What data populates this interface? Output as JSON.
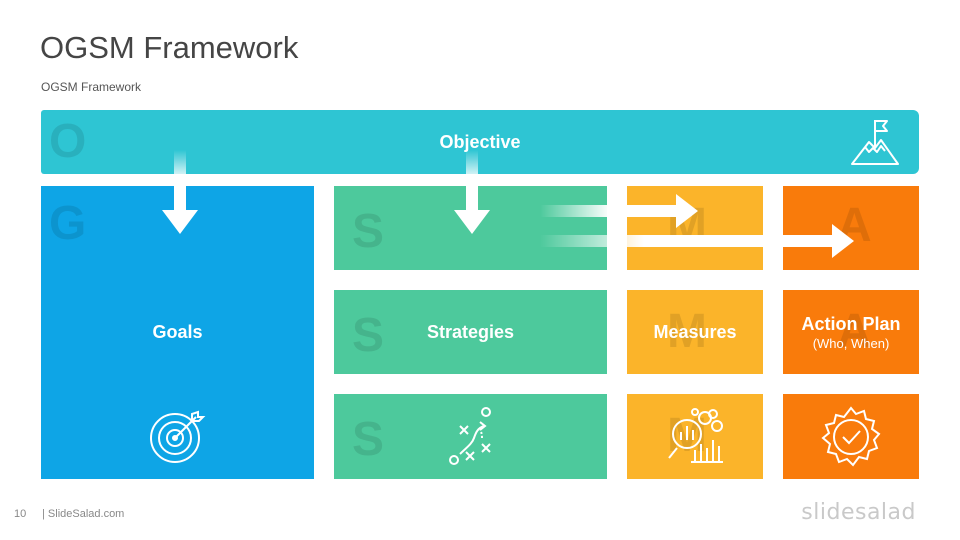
{
  "slide": {
    "title": "OGSM Framework",
    "subtitle": "OGSM Framework",
    "page_number": "10",
    "brand": "| SlideSalad.com",
    "logo": "slidesalad"
  },
  "objective": {
    "label": "Objective",
    "letter": "O",
    "icon": "mountain-flag-icon"
  },
  "goals": {
    "label": "Goals",
    "letter": "G",
    "icon": "target-arrow-icon"
  },
  "strategies": {
    "label": "Strategies",
    "letter": "S",
    "icon": "strategy-play-icon"
  },
  "measures": {
    "label": "Measures",
    "letter": "M",
    "icon": "magnifier-chart-icon"
  },
  "action_plan": {
    "label": "Action Plan",
    "sublabel": "(Who, When)",
    "letter": "A",
    "icon": "gear-check-icon"
  },
  "colors": {
    "objective": "#2ec5d3",
    "goals": "#0ea5e6",
    "strategies": "#4dc99c",
    "measures": "#fbb42a",
    "action_plan": "#f97b0b"
  }
}
